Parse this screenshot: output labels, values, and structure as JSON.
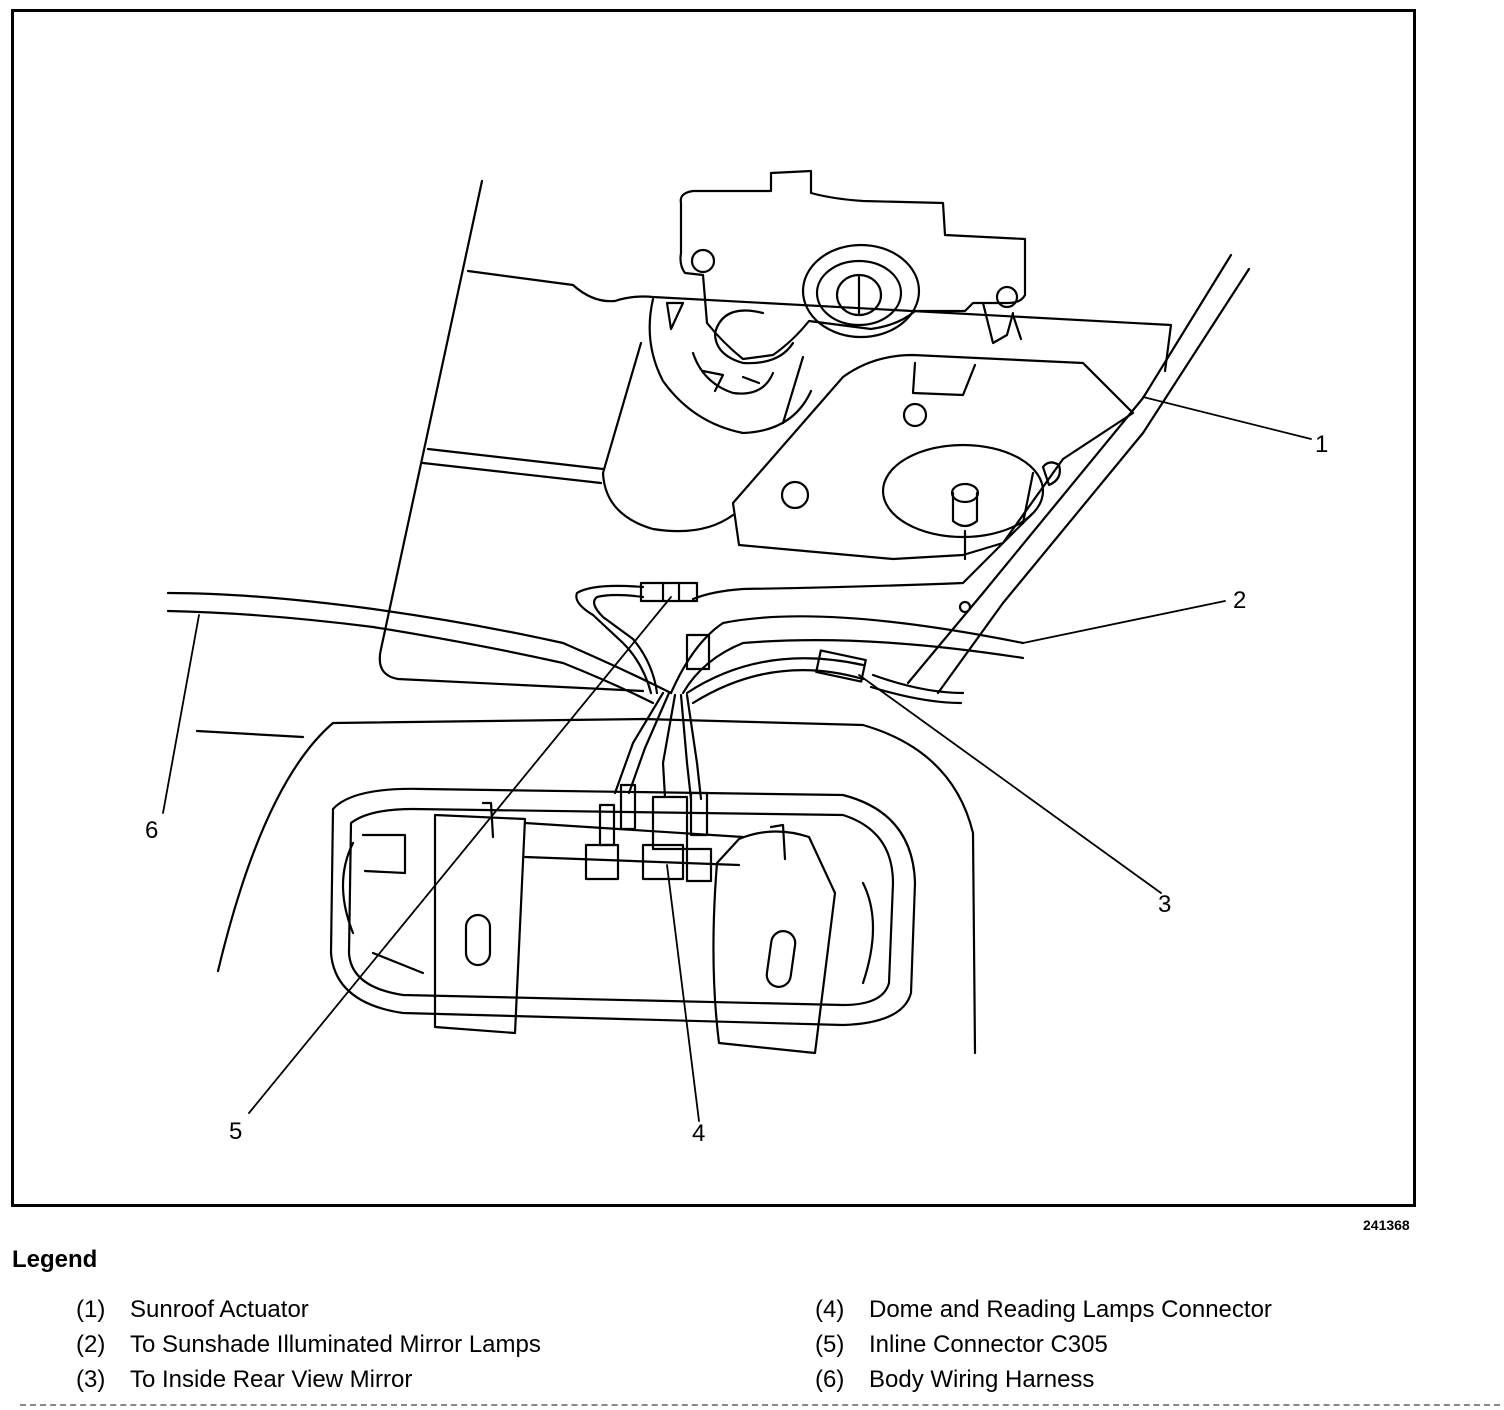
{
  "figure": {
    "id": "241368",
    "callouts": [
      "1",
      "2",
      "3",
      "4",
      "5",
      "6"
    ]
  },
  "legend": {
    "heading": "Legend",
    "items": [
      {
        "num": "(1)",
        "text": "Sunroof Actuator"
      },
      {
        "num": "(2)",
        "text": "To Sunshade Illuminated Mirror Lamps"
      },
      {
        "num": "(3)",
        "text": "To Inside Rear View Mirror"
      },
      {
        "num": "(4)",
        "text": "Dome and Reading Lamps Connector"
      },
      {
        "num": "(5)",
        "text": "Inline Connector C305"
      },
      {
        "num": "(6)",
        "text": "Body Wiring Harness"
      }
    ]
  }
}
